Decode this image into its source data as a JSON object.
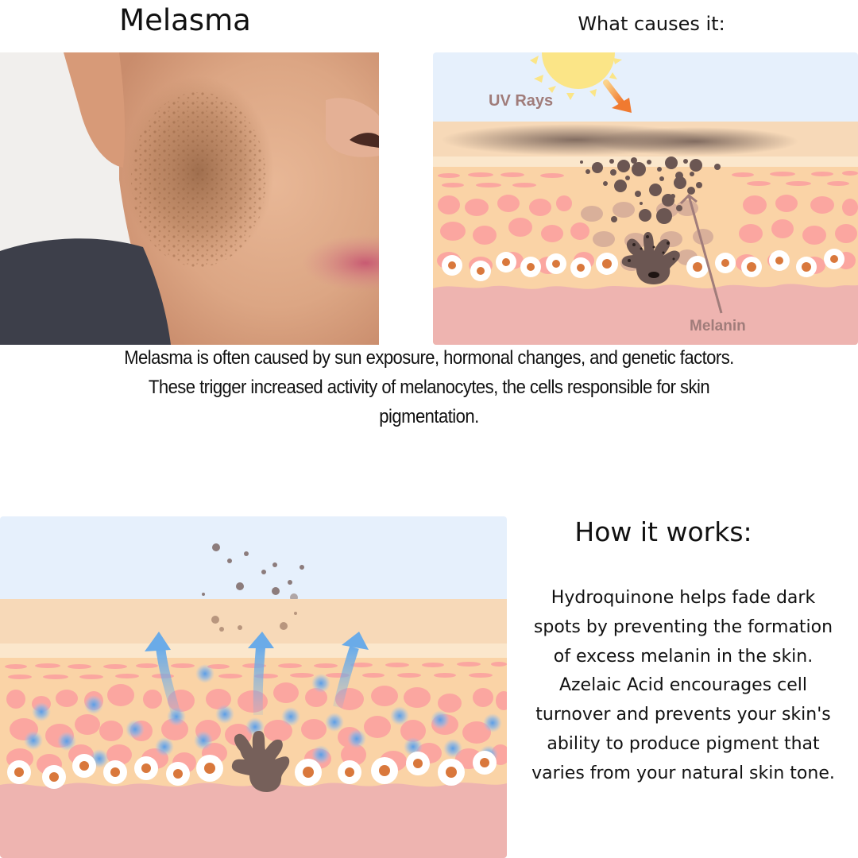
{
  "header": {
    "title": "Melasma",
    "causes_title": "What causes it:"
  },
  "photo": {
    "alt": "Close-up of cheek with brown melasma patches"
  },
  "causes_diagram": {
    "label_uv": "UV Rays",
    "label_melanin": "Melanin",
    "colors": {
      "sky": "#e6f0fc",
      "stratum": "#f7d9b8",
      "epidermis": "#fad3a6",
      "cells": "#fba6a0",
      "dermis": "#eeb4b0",
      "melanocyte": "#6b5652",
      "nucleus": "#d9783c",
      "sun": "#fbe587",
      "arrow": "#f08a3a",
      "label": "#a07c7a"
    }
  },
  "causes_text": {
    "lines": [
      "Melasma is often caused by sun exposure, hormonal changes, and genetic factors.",
      "These trigger increased activity of melanocytes, the cells responsible for skin",
      "pigmentation."
    ]
  },
  "treatment_diagram": {
    "colors": {
      "arrow": "#6aabe8",
      "dot_blue": "#6aa8e6"
    }
  },
  "how_it_works": {
    "title": "How it works:",
    "lines": [
      "Hydroquinone helps fade dark",
      "spots by preventing the formation",
      "of excess melanin in the skin.",
      "Azelaic Acid encourages cell",
      "turnover and prevents your skin's",
      "ability to produce pigment that",
      "varies from your natural skin tone."
    ]
  }
}
